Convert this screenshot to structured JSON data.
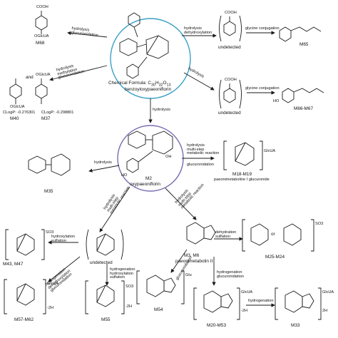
{
  "parent": {
    "formula_label": "Chemical Formula: C",
    "formula_sub1": "30",
    "formula_H": "H",
    "formula_sub2": "32",
    "formula_O": "O",
    "formula_sub3": "13",
    "name": "benzoyloxypaeoniflorin"
  },
  "metabolites": {
    "M68": "M68",
    "M65": "M65",
    "M66_M67": "M66-M67",
    "M40": "M40",
    "M37": "M37",
    "M2": "M2",
    "M2_name": "oxypaeoniflorin",
    "M35": "M35",
    "M18_M19": "M18-M19",
    "M18_name": "paeonimetaboline I glucuronide",
    "M43_M47": "M43, M47",
    "M3_M6": "M3, M6",
    "M3_name": "paeonimetabolin II",
    "M25_M24": "M25-M24",
    "M57_M62": "M57-M62",
    "M55": "M55",
    "M54": "M54",
    "M20_M53": "M20-M53",
    "M33": "M33"
  },
  "clogp": {
    "M40": "CLogP: -0.276301",
    "M37": "CLogP: -0.298801"
  },
  "reactions": {
    "top_left": [
      "hydrolysis",
      "glucuronidation"
    ],
    "top_right": [
      "hydrolysis",
      "dehydroxylation"
    ],
    "glycine": "glycine conjugation",
    "glycine2": "glycine conjugation",
    "left_mid": [
      "hydrolysis",
      "methylation",
      "glucuronidation"
    ],
    "right_mid": "hydrolysis",
    "down_center": "hydrolysis",
    "m35_arrow": "hydrolysis",
    "m18_arrow": [
      "hydrolysis",
      "multi-step",
      "metabolic reaction",
      "glucuronidation"
    ],
    "m2_left_diag": [
      "hydrolysis",
      "multi-step",
      "metabolic reaction"
    ],
    "m2_right_diag": [
      "hydrolysis",
      "multi-step",
      "metabolic reaction"
    ],
    "m43_arrow": [
      "hydroxylation",
      "sulfation"
    ],
    "m57_arrow": [
      "hydrogenation",
      "dehydroxylation",
      "glucuronidation"
    ],
    "m55_arrow": [
      "hydrogenation",
      "hydroxylation",
      "sulfation"
    ],
    "m54_arrow": "glucuronidation",
    "m25_arrow": [
      "dehydration",
      "sulfation"
    ],
    "m20_arrow": [
      "hydrogenation",
      "glucuronidation"
    ],
    "m33_arrow": "hydrogenation"
  },
  "text": {
    "undetected_1": "undetected",
    "undetected_2": "undetected",
    "undetected_3": "undetected",
    "and": "and",
    "or": "or",
    "glcua_m18": "GlcUA",
    "so3_m43": "SO3",
    "glu_m54": "Glu",
    "so3_m25": "SO3",
    "glcua_m57": "GlcUA",
    "minus2h_m57": "-2H",
    "so3_m55": "SO3",
    "minus2h_m55": "-2H",
    "glcua_m20": "GlcUA",
    "minus2h_m20": "-2H",
    "glcua_m33": "GlcUA",
    "minus2h_m33": "2H",
    "cooh_1": "COOH",
    "cooh_2": "COOH",
    "cooh_3": "COOH",
    "oglcua_1": "OGlcUA",
    "oglcua_2": "OGlcUA",
    "oglcua_3": "OGlcUA",
    "ho": "HO",
    "oh": "OH"
  },
  "colors": {
    "circle_parent": "#3aa0c8",
    "circle_m2": "#7b6bb0",
    "circle_hover": "#d1c9e6"
  }
}
